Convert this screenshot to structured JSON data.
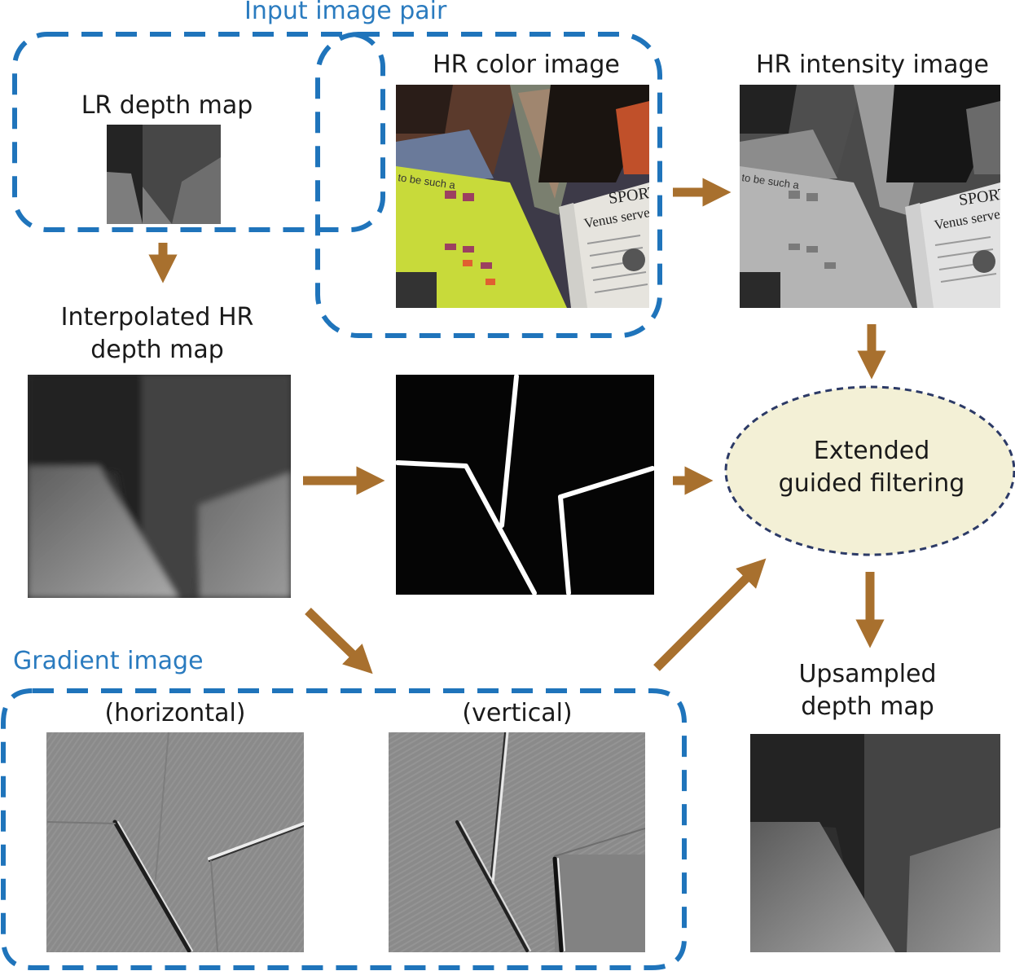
{
  "groups": {
    "input_pair": "Input image pair",
    "gradient": "Gradient image"
  },
  "labels": {
    "lr_depth": "LR depth map",
    "hr_color": "HR color image",
    "hr_intensity": "HR intensity image",
    "interp_line1": "Interpolated HR",
    "interp_line2": "depth map",
    "filter_line1": "Extended",
    "filter_line2": "guided filtering",
    "horizontal": "(horizontal)",
    "vertical": "(vertical)",
    "upsampled_line1": "Upsampled",
    "upsampled_line2": "depth map"
  },
  "newspaper": {
    "sports": "SPORT",
    "headline": "Venus serves",
    "poster": "to be such a"
  },
  "colors": {
    "group_border": "#1f74bb",
    "arrow": "#a8702e",
    "ellipse_fill": "#f3f0d6",
    "ellipse_border": "#2c3a66"
  }
}
